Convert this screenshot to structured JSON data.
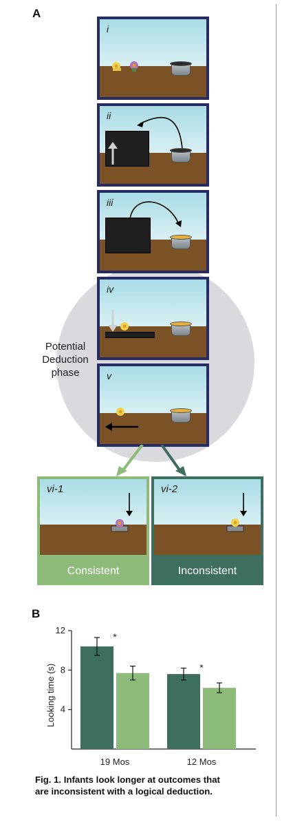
{
  "panel_a": {
    "letter": "A"
  },
  "panel_b": {
    "letter": "B"
  },
  "steps": [
    {
      "label": "i"
    },
    {
      "label": "ii"
    },
    {
      "label": "iii"
    },
    {
      "label": "iv"
    },
    {
      "label": "v"
    }
  ],
  "phase_label": {
    "line1": "Potential",
    "line2": "Deduction",
    "line3": "phase"
  },
  "outcomes": [
    {
      "label": "vi-1",
      "bar_text": "Consistent"
    },
    {
      "label": "vi-2",
      "bar_text": "Inconsistent"
    }
  ],
  "colors": {
    "frame_blue": "#262b63",
    "consistent": "#8dbb79",
    "inconsistent": "#3d6e60",
    "ground": "#7b5226",
    "circle": "#d9d9de"
  },
  "chart_data": {
    "type": "bar",
    "categories": [
      "19 Mos",
      "12 Mos"
    ],
    "series": [
      {
        "values": [
          10.4,
          7.6
        ],
        "errors": [
          0.9,
          0.6
        ],
        "color": "#3d6e60"
      },
      {
        "values": [
          7.7,
          6.2
        ],
        "errors": [
          0.7,
          0.5
        ],
        "color": "#8dbb79"
      }
    ],
    "ylabel": "Looking time (s)",
    "ylim": [
      0,
      12
    ],
    "yticks": [
      4,
      8,
      12
    ],
    "significance": [
      "*",
      "*"
    ],
    "grid": false
  },
  "caption": {
    "fig_label": "Fig. 1.",
    "line1": "Infants look longer at outcomes that",
    "line2": "are inconsistent with a logical deduction."
  }
}
